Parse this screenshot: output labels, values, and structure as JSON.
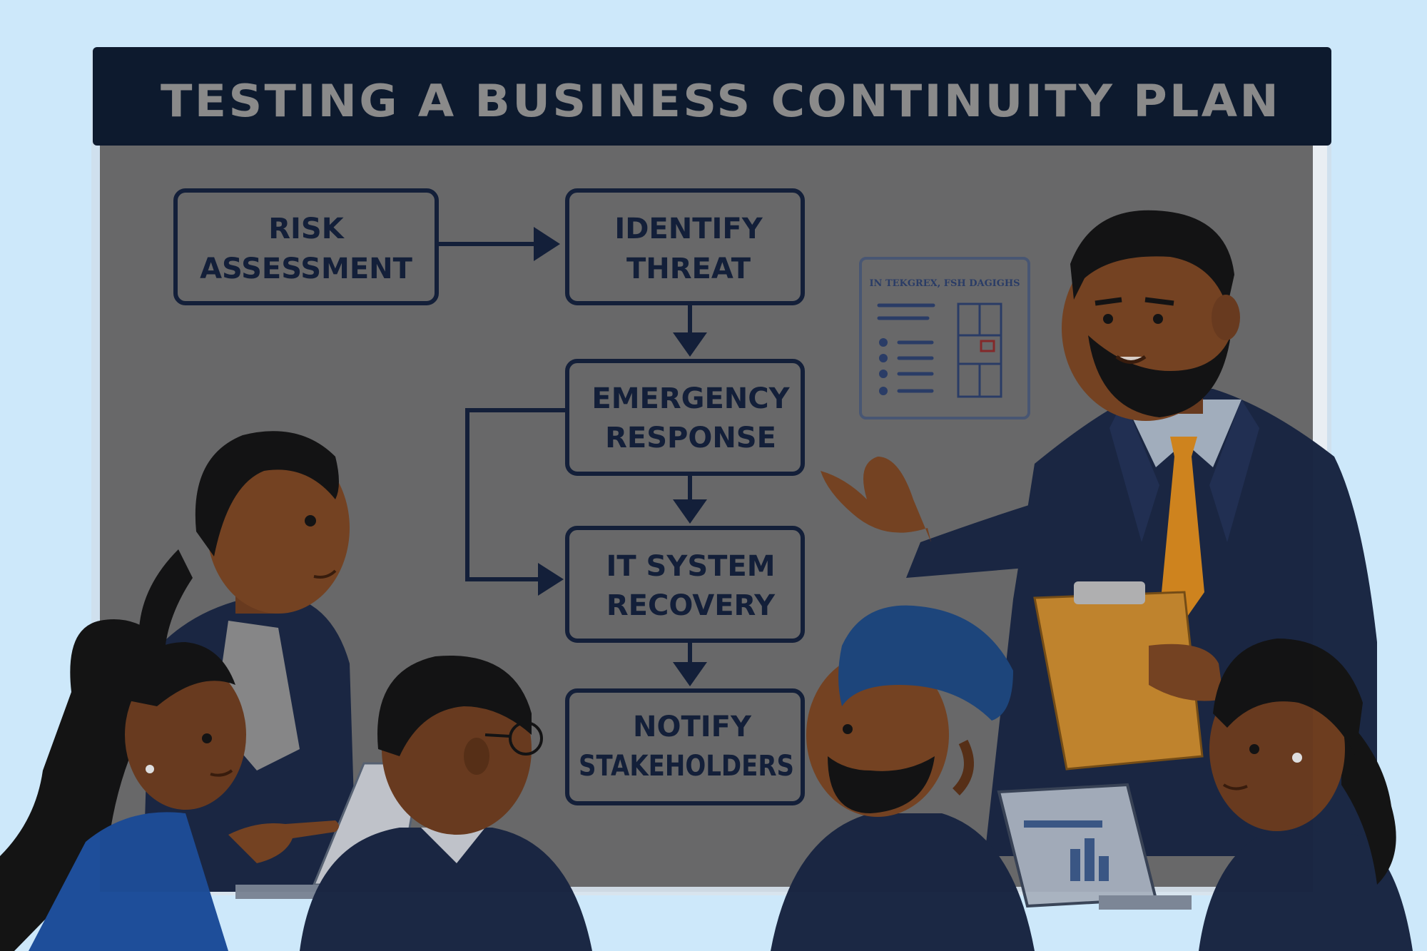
{
  "board": {
    "title": "TESTING A BUSINESS CONTINUITY PLAN"
  },
  "flowchart": {
    "steps": [
      {
        "line1": "RISK",
        "line2": "ASSESSMENT"
      },
      {
        "line1": "IDENTIFY",
        "line2": "THREAT"
      },
      {
        "line1": "EMERGENCY",
        "line2": "RESPONSE"
      },
      {
        "line1": "IT SYSTEM",
        "line2": "RECOVERY"
      },
      {
        "line1": "NOTIFY",
        "line2": "STAKEHOLDERS"
      }
    ]
  },
  "poster": {
    "heading": "IN TEKGREX, FSH DAGIGHS"
  },
  "colors": {
    "background": "#cde8fa",
    "board": "#6c6c6c",
    "title_bar": "#0d1a2e",
    "suit": "#1b2844",
    "tie": "#d98a1e",
    "clipboard": "#c98a2e",
    "turban": "#1e4880"
  }
}
